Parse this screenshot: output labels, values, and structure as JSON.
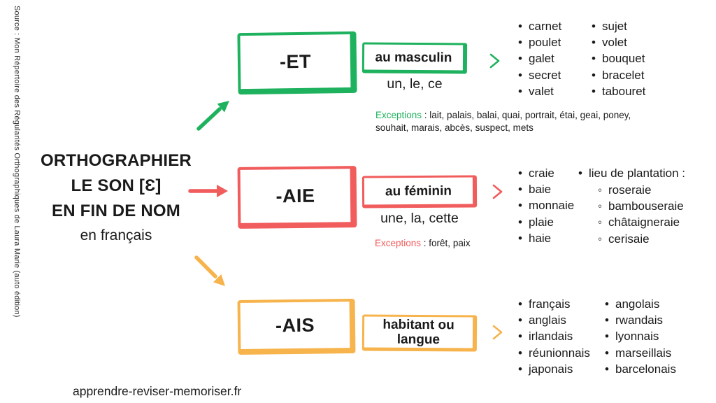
{
  "meta": {
    "source_note": "Source : Mon Répertoire des Régularités Orthographiques de Laura Marie (auto édition)",
    "footer_url": "apprendre-reviser-memoriser.fr"
  },
  "colors": {
    "green": "#1fb25e",
    "red": "#f15c5c",
    "orange": "#f7b34c",
    "text": "#1a1a1a"
  },
  "title": {
    "line1": "ORTHOGRAPHIER",
    "line2": "LE SON [Ɛ]",
    "line3": "EN FIN DE NOM",
    "subtitle": "en français"
  },
  "sections": {
    "et": {
      "suffix": "-ET",
      "rule": "au masculin",
      "determiners": "un, le, ce",
      "exceptions_label": "Exceptions",
      "exceptions_rest": " : lait, palais, balai, quai, portrait, étai, geai, poney, souhait, marais, abcès, suspect, mets",
      "examples_col1": [
        "carnet",
        "poulet",
        "galet",
        "secret",
        "valet"
      ],
      "examples_col2": [
        "sujet",
        "volet",
        "bouquet",
        "bracelet",
        "tabouret"
      ]
    },
    "aie": {
      "suffix": "-AIE",
      "rule": "au féminin",
      "determiners": "une, la, cette",
      "exceptions_label": "Exceptions",
      "exceptions_rest": " : forêt, paix",
      "examples_col1": [
        "craie",
        "baie",
        "monnaie",
        "plaie",
        "haie"
      ],
      "col2_header": "lieu de plantation :",
      "col2_sub": [
        "roseraie",
        "bambouseraie",
        "châtaigneraie",
        "cerisaie"
      ]
    },
    "ais": {
      "suffix": "-AIS",
      "rule": "habitant ou langue",
      "examples_col1": [
        "français",
        "anglais",
        "irlandais",
        "réunionnais",
        "japonais"
      ],
      "examples_col2": [
        "angolais",
        "rwandais",
        "lyonnais",
        "marseillais",
        "barcelonais"
      ]
    }
  }
}
